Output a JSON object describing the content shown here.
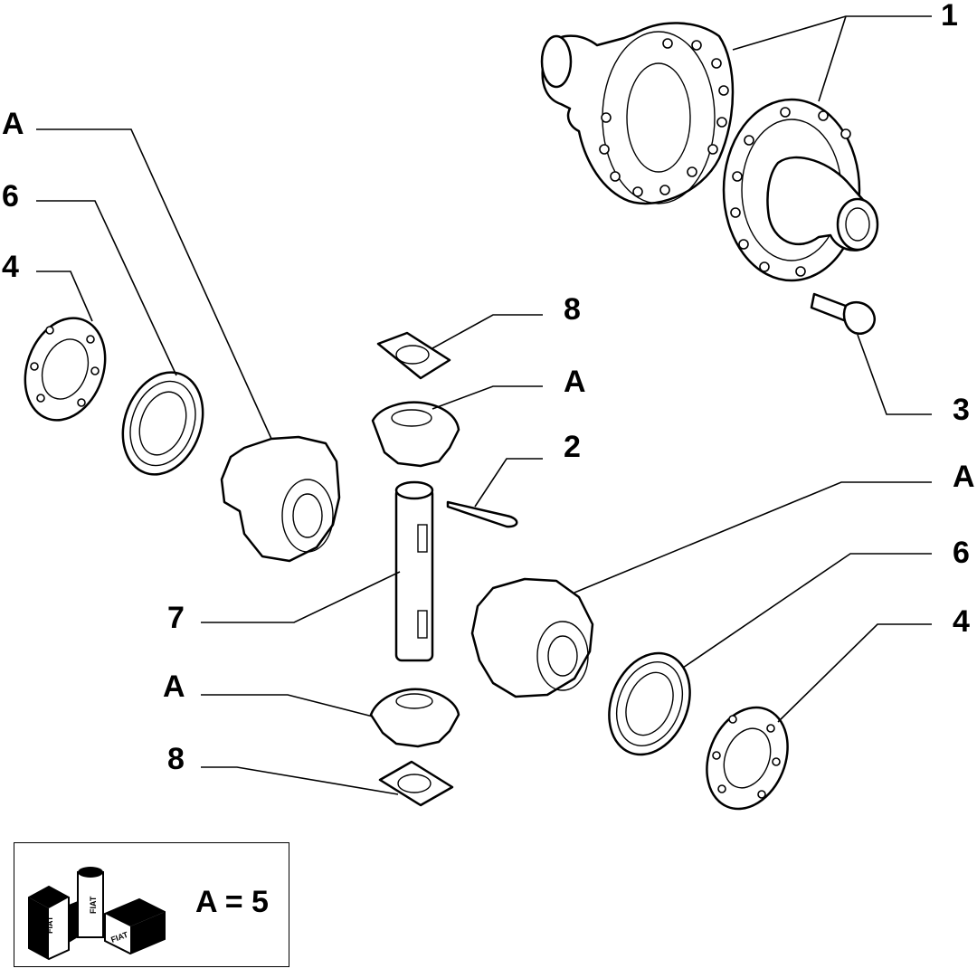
{
  "callouts": [
    {
      "id": "c1",
      "label": "1"
    },
    {
      "id": "cA1",
      "label": "A"
    },
    {
      "id": "c6a",
      "label": "6"
    },
    {
      "id": "c4a",
      "label": "4"
    },
    {
      "id": "c8a",
      "label": "8"
    },
    {
      "id": "cA2",
      "label": "A"
    },
    {
      "id": "c3",
      "label": "3"
    },
    {
      "id": "c2",
      "label": "2"
    },
    {
      "id": "cA3",
      "label": "A"
    },
    {
      "id": "c6b",
      "label": "6"
    },
    {
      "id": "c7",
      "label": "7"
    },
    {
      "id": "c4b",
      "label": "4"
    },
    {
      "id": "cA4",
      "label": "A"
    },
    {
      "id": "c8b",
      "label": "8"
    }
  ],
  "legend": {
    "text": "A = 5",
    "icon": "fiat-kit-box-icon",
    "brand_text": "FIAT"
  }
}
